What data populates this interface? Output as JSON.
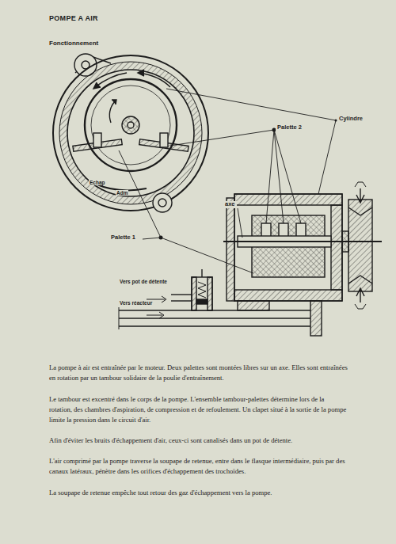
{
  "diagram": {
    "title": "POMPE A AIR",
    "labels": [
      "Fonctionnement",
      "Cylindre",
      "Palette 2",
      "axe",
      "Palette 1",
      "Echap",
      "Adm",
      "Vers pot de détente",
      "Vers réacteur",
      "La pompe à air est entraînée par le moteur. Deux palettes sont montées libres sur un axe. Elles sont entraînées en rotation par un tambour solidaire de la poulie d'entraînement.",
      "Le tambour est excentré dans le corps de la pompe. L'ensemble tambour-palettes détermine lors de la rotation, des chambres d'aspiration, de compression et de refoulement. Un clapet situé à la sortie de la pompe limite la pression dans le circuit d'air.",
      "Afin d'éviter les bruits d'échappement d'air, ceux-ci sont canalisés dans un pot de détente.",
      "L'air comprimé par la pompe traverse la soupape de retenue, entre dans le flasque intermédiaire, puis par des canaux latéraux, pénètre dans les orifices d'échappement des trochoïdes.",
      "La soupape de retenue empêche tout retour des gaz d'échappement vers la pompe."
    ]
  }
}
